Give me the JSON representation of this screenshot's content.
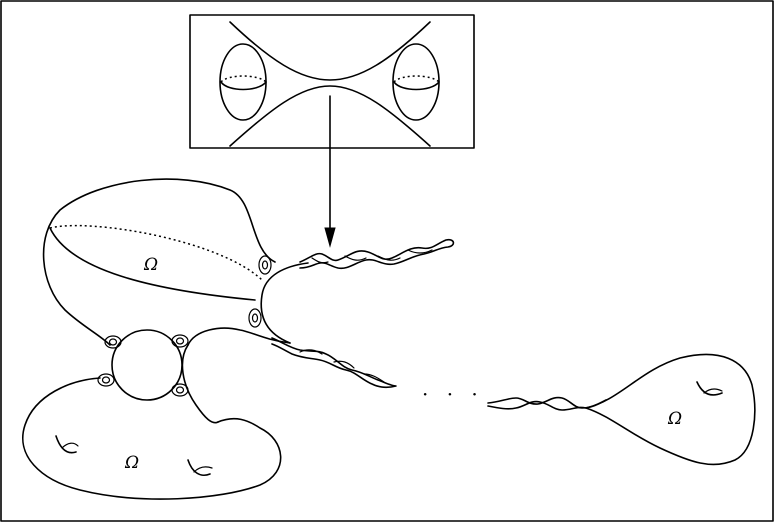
{
  "labels": {
    "region_top": "Ω",
    "region_bottom": "Ω",
    "region_right": "Ω",
    "ellipsis": "· · ·"
  },
  "colors": {
    "stroke": "#000000",
    "background": "#ffffff"
  }
}
